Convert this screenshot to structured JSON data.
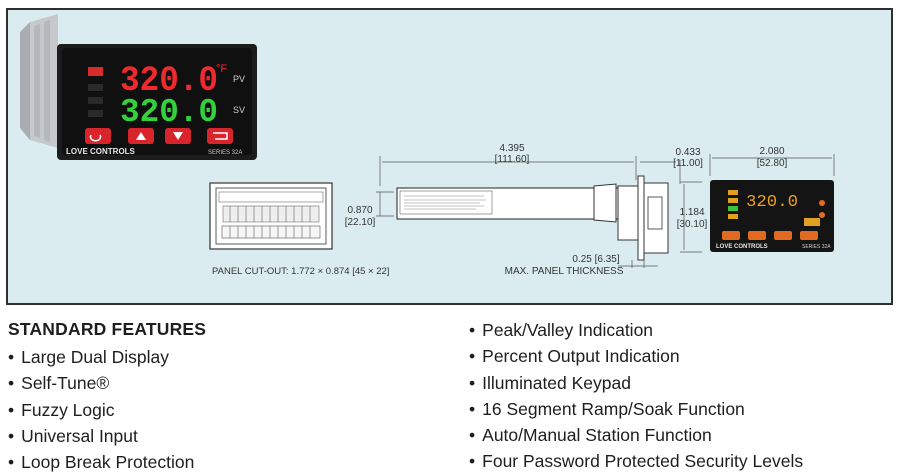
{
  "controller_photo": {
    "pv_value": "320.0",
    "sv_value": "320.0",
    "degree_mark": "°F",
    "pv_label": "PV",
    "sv_label": "SV",
    "brand": "LOVE CONTROLS",
    "series": "SERIES 32A"
  },
  "drawing": {
    "cutout_label": "PANEL CUT-OUT: 1.772 × 0.874 [45 × 22]",
    "body_length": "4.395",
    "body_length_mm": "[111.60]",
    "bezel_depth": "0.433",
    "bezel_depth_mm": "[11.00]",
    "face_width": "2.080",
    "face_width_mm": "[52.80]",
    "body_height": "0.870",
    "body_height_mm": "[22.10]",
    "face_height": "1.184",
    "face_height_mm": "[30.10]",
    "panel_thickness": "0.25 [6.35]",
    "panel_thickness_label": "MAX. PANEL THICKNESS",
    "front_view_display": "320.0",
    "front_view_brand": "LOVE CONTROLS",
    "front_view_series": "SERIES 32A"
  },
  "features": {
    "heading": "STANDARD FEATURES",
    "left": [
      "Large Dual Display",
      "Self-Tune®",
      "Fuzzy Logic",
      "Universal Input",
      "Loop Break Protection"
    ],
    "right": [
      "Peak/Valley Indication",
      "Percent Output Indication",
      "Illuminated Keypad",
      "16 Segment Ramp/Soak Function",
      "Auto/Manual Station Function",
      "Four Password Protected Security Levels"
    ]
  }
}
